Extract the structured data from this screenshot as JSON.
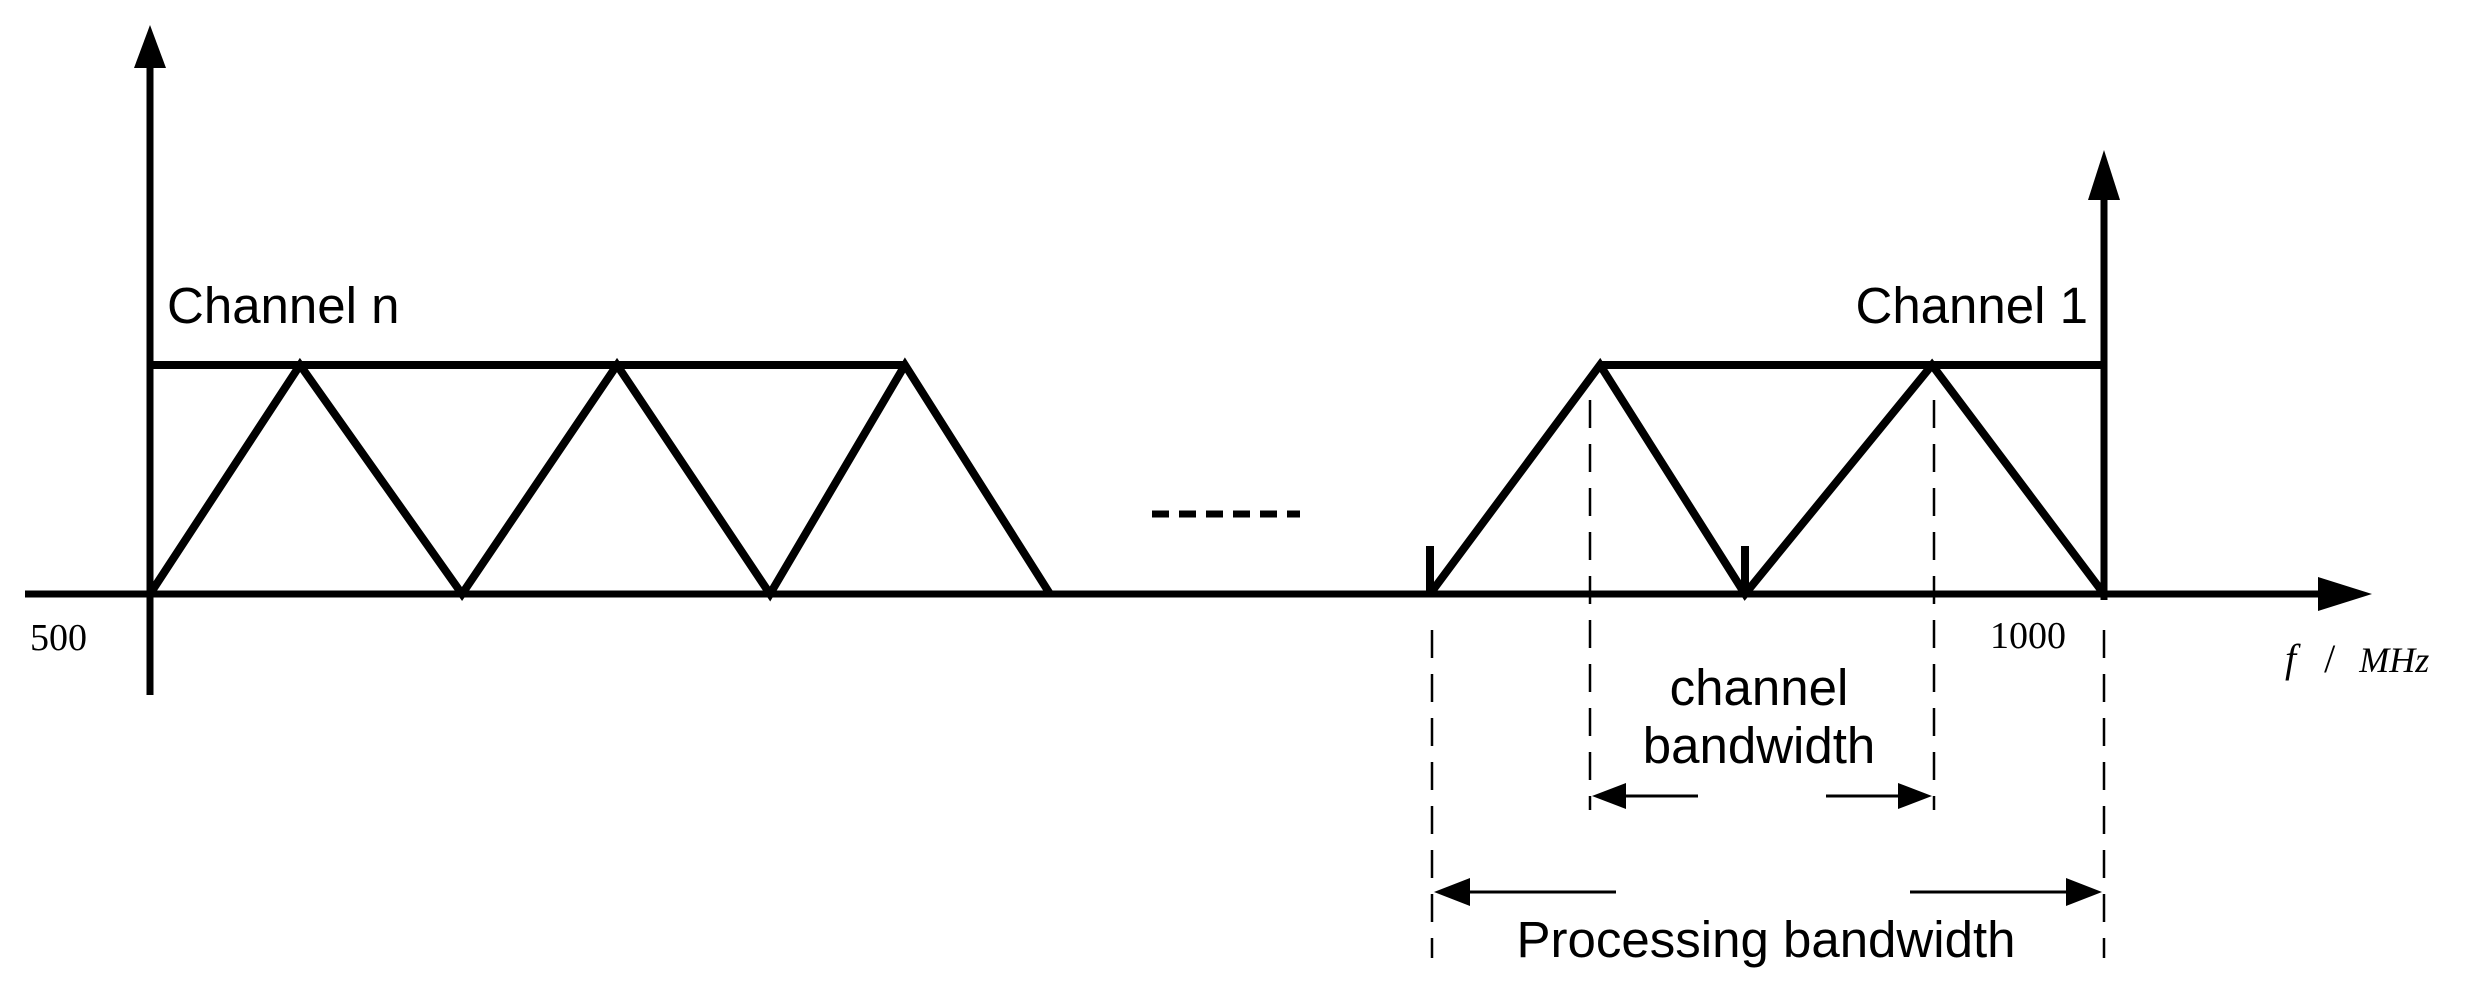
{
  "diagram": {
    "labels": {
      "channel_n": "Channel n",
      "channel_1": "Channel 1",
      "ellipsis": "-----",
      "freq_start": "500",
      "freq_end": "1000",
      "axis_f": "f",
      "axis_sep": "/",
      "axis_unit": "MHz",
      "channel_bandwidth_line1": "channel",
      "channel_bandwidth_line2": "bandwidth",
      "processing_bandwidth": "Processing bandwidth"
    }
  }
}
